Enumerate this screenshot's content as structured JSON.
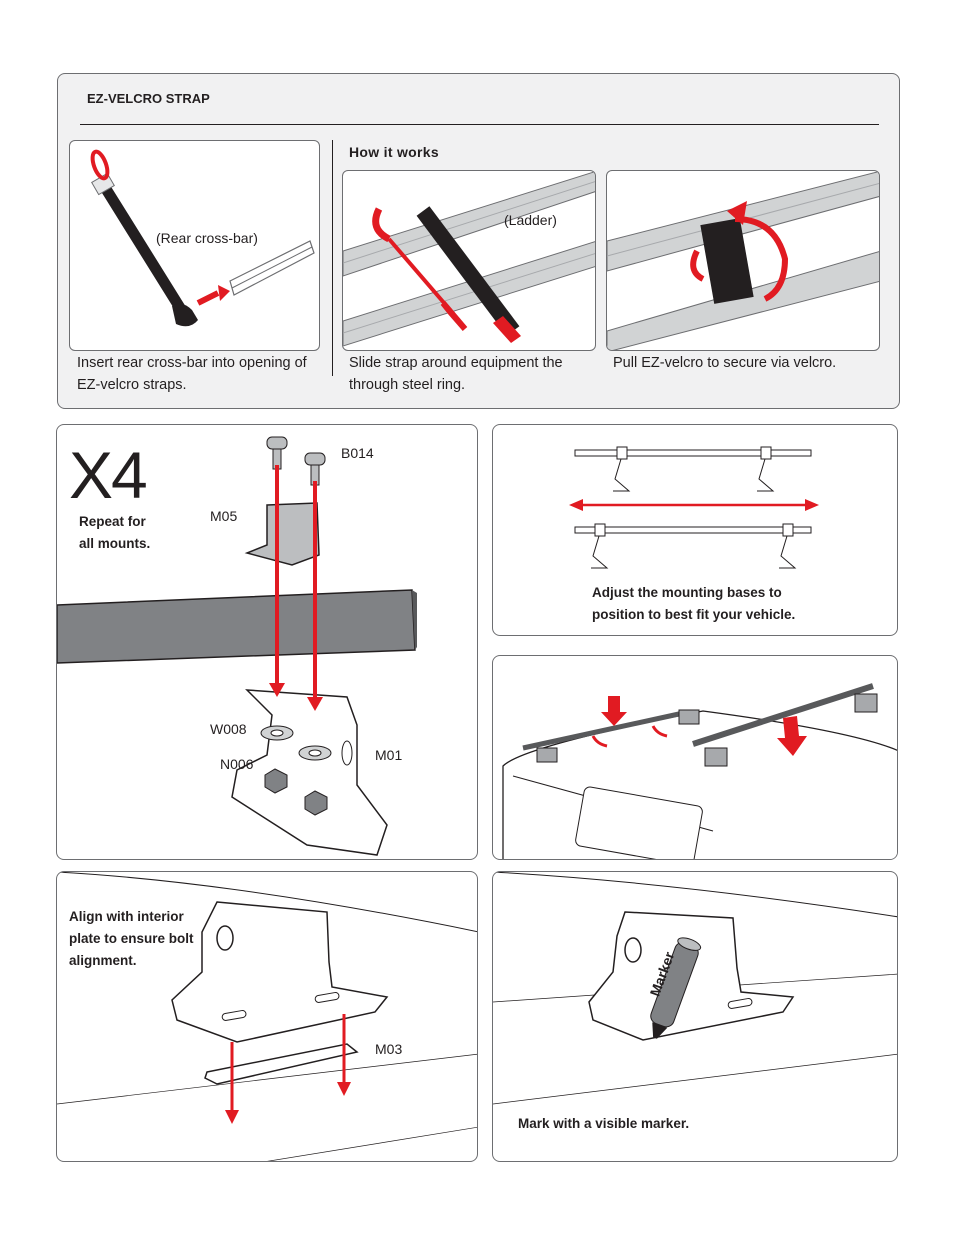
{
  "velcro": {
    "title": "EZ-VELCRO STRAP",
    "how_it_works": "How it works",
    "rear_crossbar_label": "(Rear cross-bar)",
    "ladder_label": "(Ladder)",
    "caption1": "Insert rear cross-bar into opening of EZ-velcro straps.",
    "caption2": "Slide strap around equipment the through steel ring.",
    "caption3": "Pull EZ-velcro to secure via velcro."
  },
  "mount": {
    "multiplier": "X4",
    "repeat_note": "Repeat for all mounts.",
    "parts": {
      "bolt": "B014",
      "bracket": "M05",
      "washer": "W008",
      "nut": "N006",
      "base": "M01"
    }
  },
  "adjust": {
    "caption": "Adjust the mounting bases to position to best fit your vehicle."
  },
  "align": {
    "caption": "Align with interior plate to ensure bolt alignment.",
    "plate": "M03"
  },
  "mark": {
    "caption": "Mark with a visible marker.",
    "marker_text": "Marker"
  },
  "colors": {
    "accent_red": "#e11b22",
    "outline": "#6d6e71",
    "panel_bg": "#f1f1f2"
  }
}
